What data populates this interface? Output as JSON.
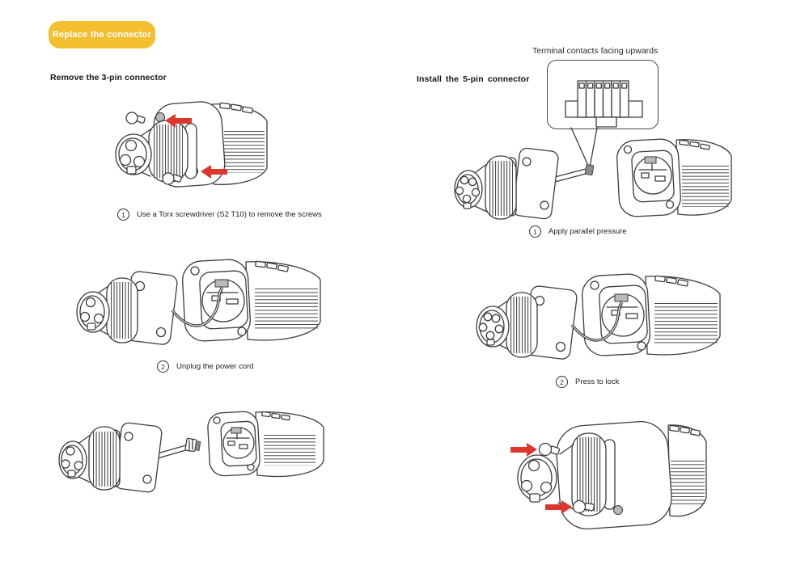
{
  "badge": {
    "label": "Replace the connector"
  },
  "colors": {
    "badge_yellow": "#F3BF2F",
    "arrow_red": "#DC372C",
    "line_gray": "#3C3C3C"
  },
  "left_section": {
    "heading": "Remove the 3-pin connector",
    "steps": [
      {
        "num": "1",
        "text": "Use a Torx screwdriver (S2 T10) to remove the screws"
      },
      {
        "num": "2",
        "text": "Unplug the power cord"
      }
    ]
  },
  "right_section": {
    "heading": "Install the 5-pin connector",
    "callout_label": "Terminal contacts facing upwards",
    "steps": [
      {
        "num": "1",
        "text": "Apply parallel pressure"
      },
      {
        "num": "2",
        "text": "Press to lock"
      }
    ]
  }
}
